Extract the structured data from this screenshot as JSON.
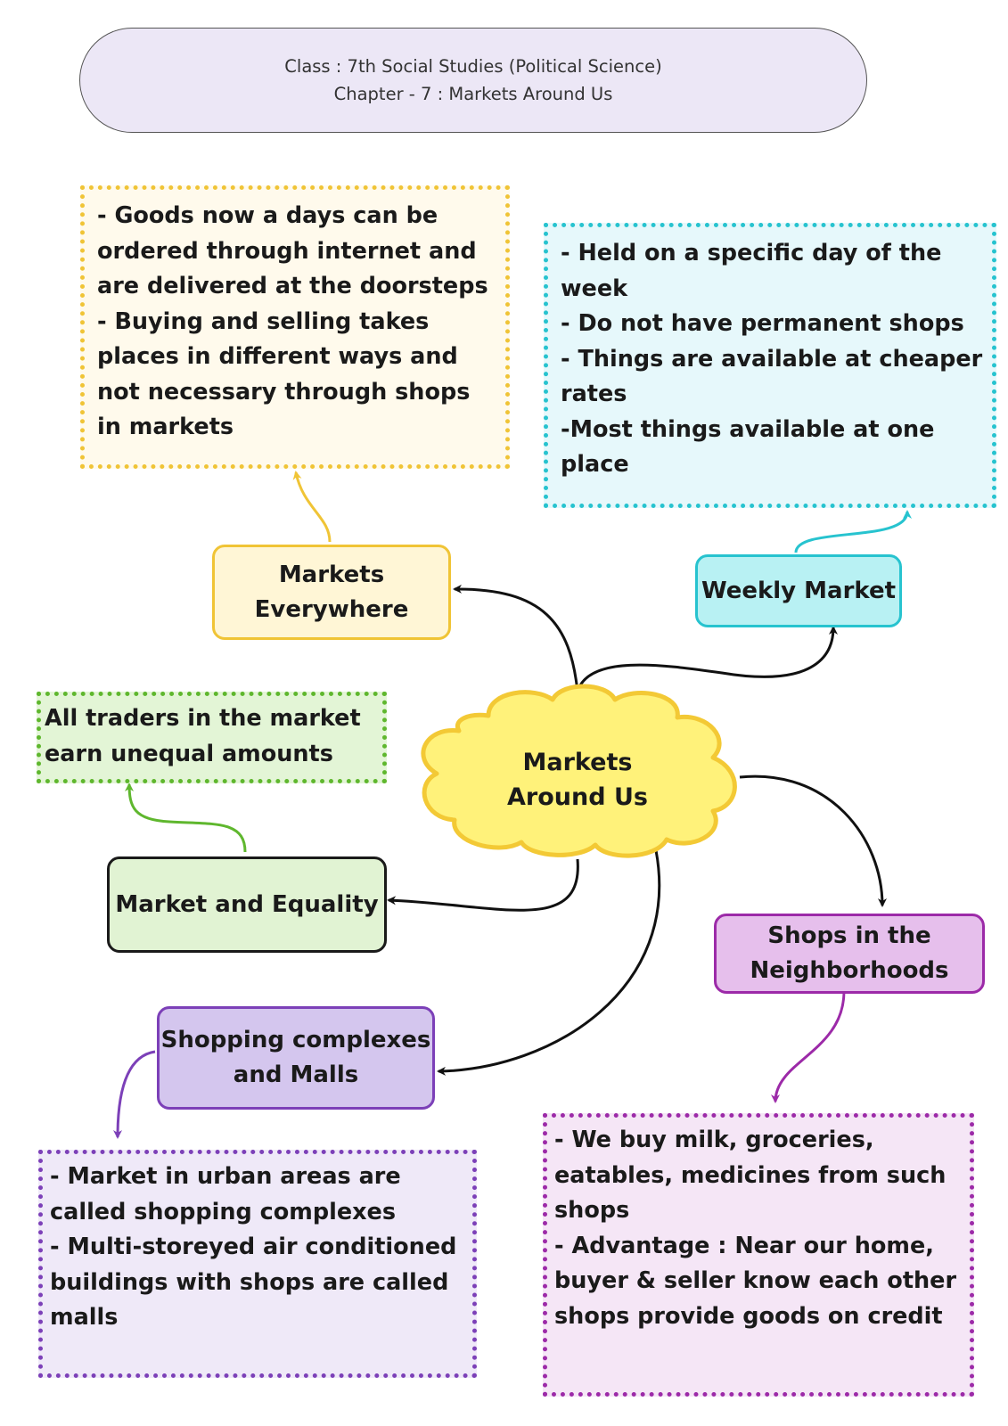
{
  "header": {
    "line1": "Class : 7th Social Studies (Political Science)",
    "line2": "Chapter - 7 : Markets Around Us"
  },
  "center": {
    "line1": "Markets",
    "line2": "Around Us"
  },
  "topics": {
    "markets_everywhere": {
      "line1": "Markets",
      "line2": "Everywhere"
    },
    "weekly_market": {
      "label": "Weekly Market"
    },
    "market_equality": {
      "label": "Market and Equality"
    },
    "shops_neighborhoods": {
      "line1": "Shops in the",
      "line2": "Neighborhoods"
    },
    "shopping_malls": {
      "line1": "Shopping complexes",
      "line2": "and Malls"
    }
  },
  "notes": {
    "markets_everywhere": [
      "- Goods now a days can be",
      "ordered  through internet and",
      "are delivered at the doorsteps",
      "- Buying and selling takes",
      "places in different ways and",
      "not necessary through shops",
      "in markets"
    ],
    "weekly_market": [
      "- Held on a specific day of the",
      "week",
      "- Do not have permanent shops",
      "- Things are available at cheaper",
      "rates",
      "-Most things available at one",
      "place"
    ],
    "market_equality": [
      "All traders in the market",
      "earn unequal amounts"
    ],
    "shopping_malls": [
      "- Market in urban areas are",
      "called shopping complexes",
      "- Multi-storeyed air conditioned",
      "buildings with shops are called",
      "malls"
    ],
    "shops_neighborhoods": [
      "- We buy milk, groceries,",
      "eatables, medicines from such",
      "shops",
      "- Advantage : Near our home,",
      "buyer & seller know each other",
      "shops provide goods on credit"
    ]
  },
  "colors": {
    "yellow_border": "#f0c436",
    "yellow_fill": "#fff6d6",
    "yellow_note": "#fffaec",
    "cyan_border": "#27c3cf",
    "cyan_fill": "#b8f1f3",
    "cyan_note": "#e6f8fb",
    "green_border": "#5fb72e",
    "green_fill": "#e1f3d3",
    "green_note": "#e3f5d6",
    "purple_border": "#7c40b8",
    "purple_fill": "#d4c6ee",
    "purple_note": "#efe9f8",
    "magenta_border": "#9c2aa8",
    "magenta_fill": "#e6bfec",
    "magenta_note": "#f5e6f6",
    "cloud_fill": "#fff27a",
    "cloud_border": "#f3c935"
  }
}
